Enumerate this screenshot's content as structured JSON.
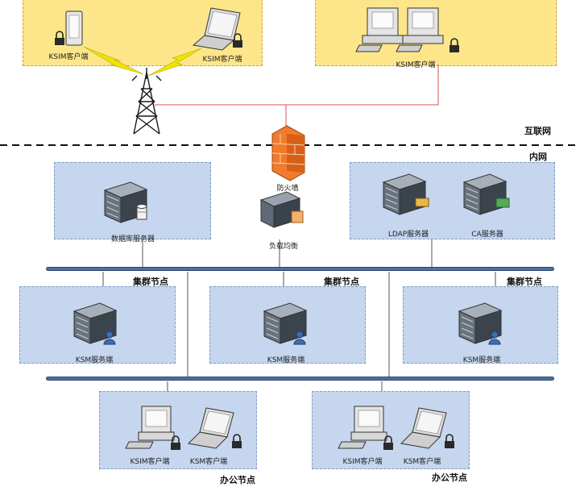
{
  "internet_clients": {
    "mobile_label": "KSIM客户端",
    "laptop_label": "KSIM客户端",
    "desktop_label": "KSIM客户端"
  },
  "boundary": {
    "internet_label": "互联网",
    "intranet_label": "内网"
  },
  "firewall": {
    "label": "防火墙"
  },
  "load_balancer": {
    "label": "负载均衡"
  },
  "servers": {
    "database_label": "数据库服务器",
    "ldap_label": "LDAP服务器",
    "ca_label": "CA服务器"
  },
  "cluster_nodes": [
    {
      "title": "集群节点",
      "server_label": "KSM服务端"
    },
    {
      "title": "集群节点",
      "server_label": "KSM服务端"
    },
    {
      "title": "集群节点",
      "server_label": "KSM服务端"
    }
  ],
  "office_nodes": [
    {
      "title": "办公节点",
      "desktop_label": "KSIM客户端",
      "laptop_label": "KSM客户端"
    },
    {
      "title": "办公节点",
      "desktop_label": "KSIM客户端",
      "laptop_label": "KSM客户端"
    }
  ],
  "colors": {
    "internet_zone": "#fde68a",
    "intranet_zone": "#c5d6ee",
    "bus": "#4f6f9f",
    "internet_link": "#d9534f",
    "lightning": "#f2e200"
  }
}
